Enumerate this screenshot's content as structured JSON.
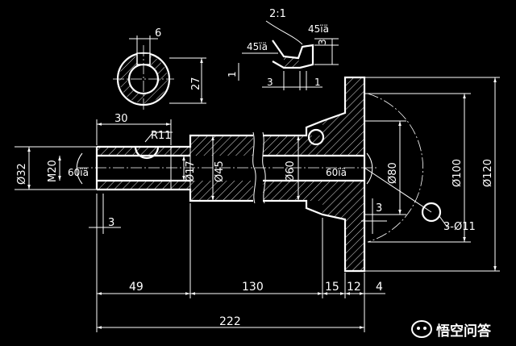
{
  "scale_label": "2:1",
  "dims": {
    "key_width": "6",
    "section_height": "27",
    "angle_left": "45ïä",
    "angle_right": "45ïä",
    "groove_depth": "3",
    "groove_left": "1",
    "groove_width": "3",
    "groove_right": "1",
    "len_30": "30",
    "radius": "R11",
    "dia_32": "Ø32",
    "thread": "M20",
    "cone_left": "60ïä",
    "bore_17": "Ø17",
    "dia_45": "Ø45",
    "dia_60": "Ø60",
    "cone_right": "60ïä",
    "dia_80": "Ø80",
    "dia_100": "Ø100",
    "dia_120": "Ø120",
    "chamfer_left": "3",
    "chamfer_right": "3",
    "holes": "3-Ø11",
    "len_49": "49",
    "len_130": "130",
    "len_15": "15",
    "len_12": "12",
    "len_4": "4",
    "total": "222"
  },
  "watermark": {
    "text": "悟空问答"
  }
}
